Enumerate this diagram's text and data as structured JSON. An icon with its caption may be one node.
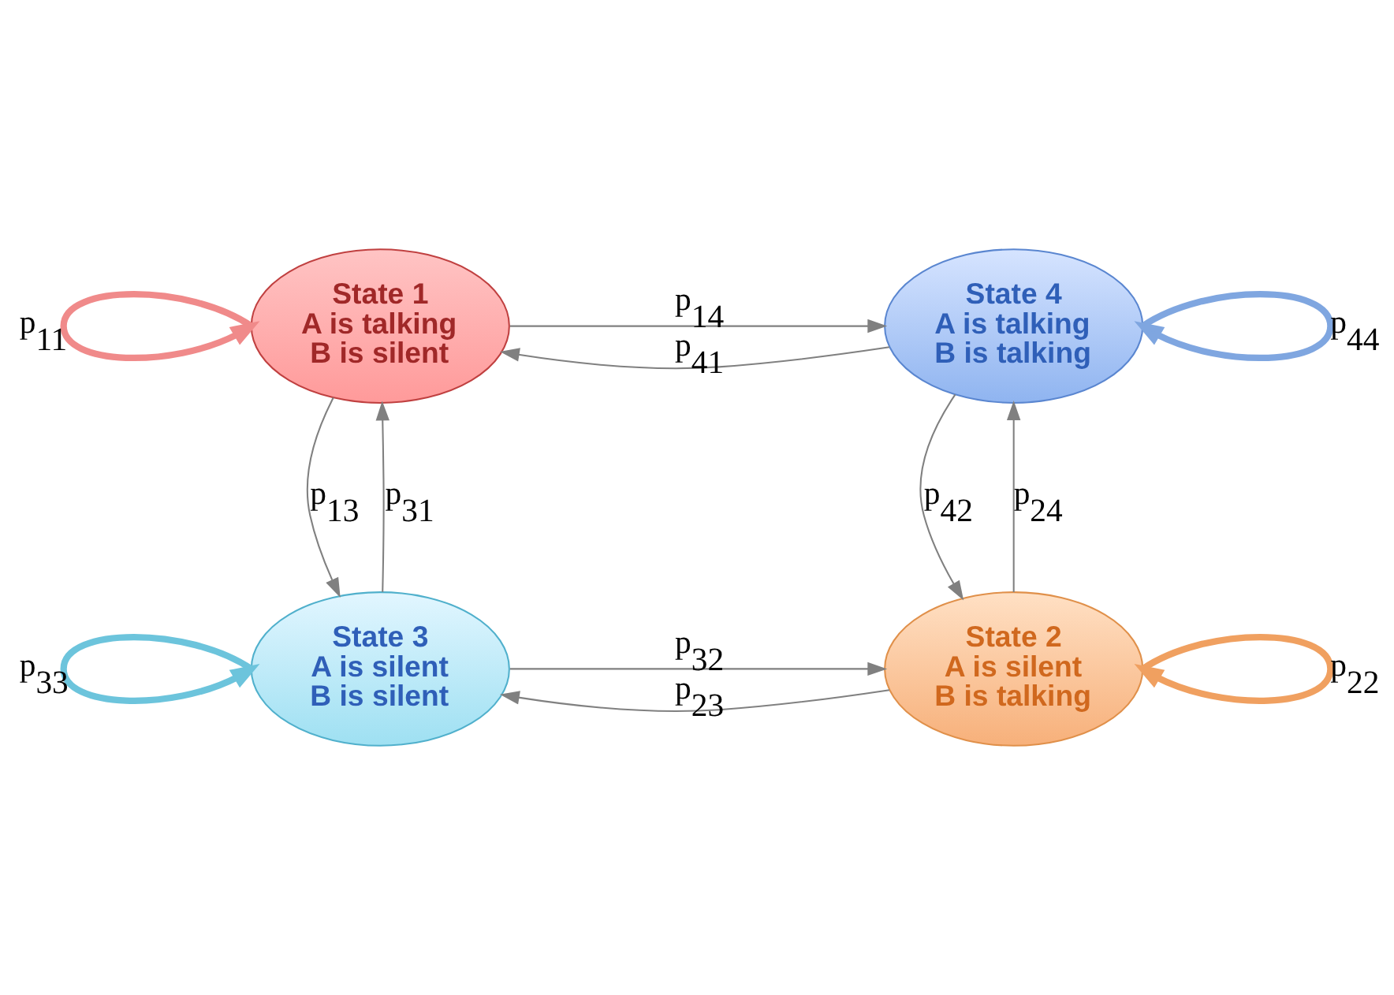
{
  "diagram": {
    "nodes": [
      {
        "text": [
          "State 1",
          "A is talking",
          "B is silent"
        ]
      },
      {
        "text": [
          "State 4",
          "A is talking",
          "B is talking"
        ]
      },
      {
        "text": [
          "State 3",
          "A is silent",
          "B is silent"
        ]
      },
      {
        "text": [
          "State 2",
          "A is silent",
          "B is talking"
        ]
      }
    ],
    "edges": [
      {
        "from": 0,
        "to": 0,
        "arrow": "to",
        "label": "p$_{11}$",
        "style": "thick",
        "color": "#f08a8a"
      },
      {
        "from": 0,
        "to": 1,
        "arrow": "to",
        "label": "p$_{14}$"
      },
      {
        "from": 1,
        "to": 1,
        "arrow": "to",
        "label": "p$_{44}$",
        "style": "thick",
        "color": "#7fa6e0"
      },
      {
        "from": 1,
        "to": 0,
        "arrow": "to",
        "label": "p$_{41}$"
      },
      {
        "from": 2,
        "to": 0,
        "arrow": "to",
        "label": "p$_{31}$"
      },
      {
        "from": 0,
        "to": 2,
        "arrow": "to",
        "label": "p$_{13}$"
      },
      {
        "from": 3,
        "to": 1,
        "arrow": "to",
        "label": "p$_{24}$"
      },
      {
        "from": 1,
        "to": 3,
        "arrow": "to",
        "label": "p$_{42}$"
      },
      {
        "from": 2,
        "to": 3,
        "arrow": "to",
        "label": "p$_{32}$"
      },
      {
        "from": 2,
        "to": 2,
        "arrow": "to",
        "label": "p$_{33}$",
        "style": "thick",
        "color": "#6cc4dc"
      },
      {
        "from": 3,
        "to": 3,
        "arrow": "to",
        "label": "p$_{22}$",
        "style": "thick",
        "color": "#f0a060"
      },
      {
        "from": 3,
        "to": 2,
        "arrow": "to",
        "label": "p$_{23}$"
      }
    ]
  }
}
